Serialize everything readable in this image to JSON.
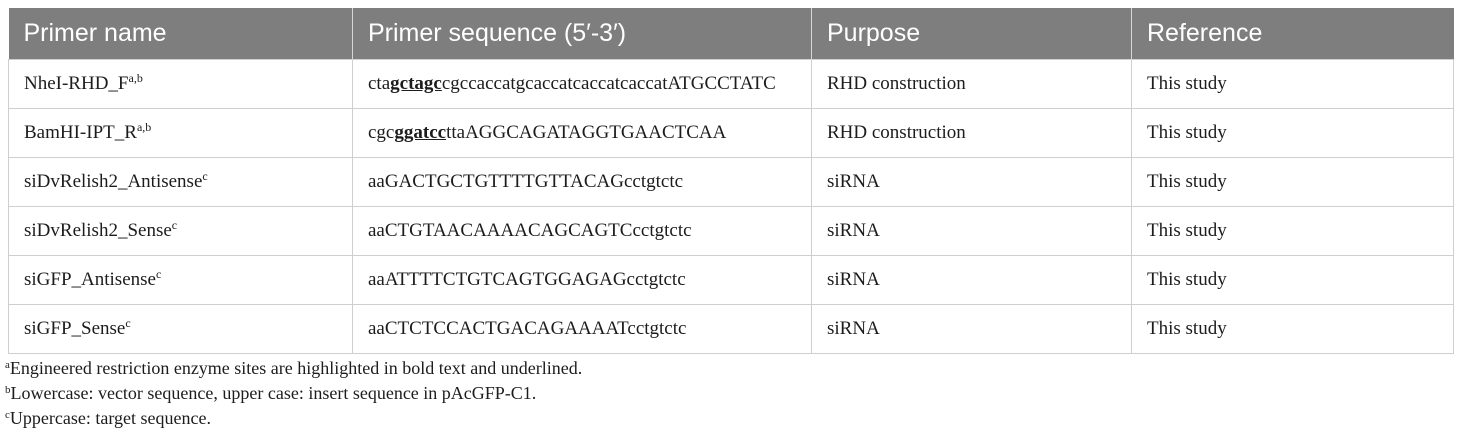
{
  "table": {
    "headers": [
      "Primer name",
      "Primer sequence (5′-3′)",
      "Purpose",
      "Reference"
    ],
    "rows": [
      {
        "name": "NheI-RHD_F",
        "name_sup": "a,b",
        "seq_pre": "cta",
        "seq_site": "gctagc",
        "seq_post": "cgccaccatgcaccatcaccatcaccatATGCCTATC",
        "purpose": "RHD construction",
        "reference": "This study"
      },
      {
        "name": "BamHI-IPT_R",
        "name_sup": "a,b",
        "seq_pre": "cgc",
        "seq_site": "ggatcc",
        "seq_post": "ttaAGGCAGATAGGTGAACTCAA",
        "purpose": "RHD construction",
        "reference": "This study"
      },
      {
        "name": "siDvRelish2_Antisense",
        "name_sup": "c",
        "seq_pre": "aaGACTGCTGTTTTGTTACAGcctgtctc",
        "seq_site": "",
        "seq_post": "",
        "purpose": "siRNA",
        "reference": "This study"
      },
      {
        "name": "siDvRelish2_Sense",
        "name_sup": "c",
        "seq_pre": "aaCTGTAACAAAACAGCAGTCcctgtctc",
        "seq_site": "",
        "seq_post": "",
        "purpose": "siRNA",
        "reference": "This study"
      },
      {
        "name": "siGFP_Antisense",
        "name_sup": "c",
        "seq_pre": "aaATTTTCTGTCAGTGGAGAGcctgtctc",
        "seq_site": "",
        "seq_post": "",
        "purpose": "siRNA",
        "reference": "This study"
      },
      {
        "name": "siGFP_Sense",
        "name_sup": "c",
        "seq_pre": "aaCTCTCCACTGACAGAAAATcctgtctc",
        "seq_site": "",
        "seq_post": "",
        "purpose": "siRNA",
        "reference": "This study"
      }
    ]
  },
  "footnotes": [
    {
      "mark": "a",
      "text": "Engineered restriction enzyme sites are highlighted in bold text and underlined."
    },
    {
      "mark": "b",
      "text": "Lowercase: vector sequence, upper case: insert sequence in pAcGFP-C1."
    },
    {
      "mark": "c",
      "text": "Uppercase: target sequence."
    }
  ]
}
